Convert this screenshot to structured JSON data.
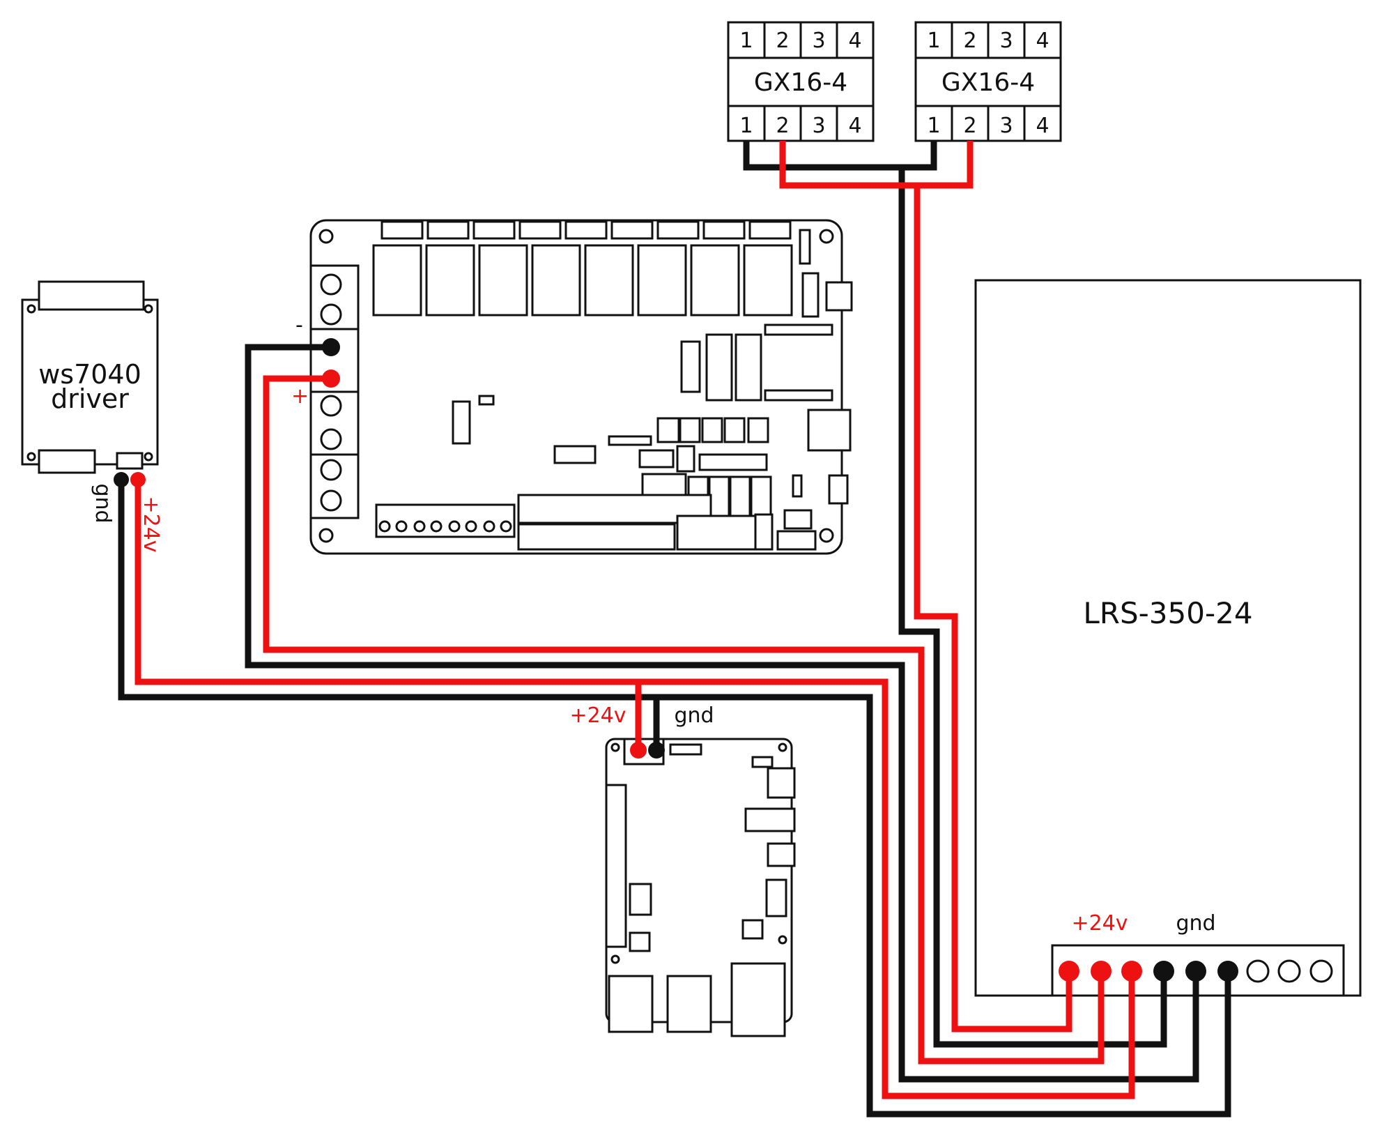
{
  "connectors": [
    {
      "title": "GX16-4",
      "top_pins": [
        "1",
        "2",
        "3",
        "4"
      ],
      "bottom_pins": [
        "1",
        "2",
        "3",
        "4"
      ]
    },
    {
      "title": "GX16-4",
      "top_pins": [
        "1",
        "2",
        "3",
        "4"
      ],
      "bottom_pins": [
        "1",
        "2",
        "3",
        "4"
      ]
    }
  ],
  "driver": {
    "line1": "ws7040",
    "line2": "driver",
    "gnd_label": "gnd",
    "v24_label": "+24v"
  },
  "controller": {
    "minus_label": "-",
    "plus_label": "+"
  },
  "pi": {
    "v24_label": "+24v",
    "gnd_label": "gnd"
  },
  "psu": {
    "title": "LRS-350-24",
    "v24_label": "+24v",
    "gnd_label": "gnd"
  },
  "colors": {
    "red": "#ee1111",
    "black": "#111111"
  }
}
